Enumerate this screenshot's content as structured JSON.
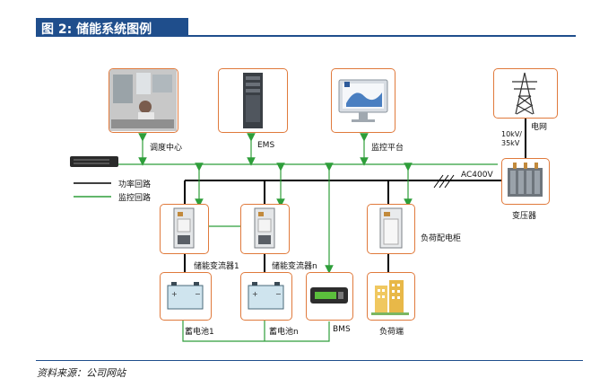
{
  "title": "图 2:  储能系统图例",
  "source": "资料来源：公司网站",
  "legend": {
    "power": "功率回路",
    "control": "监控回路"
  },
  "nodes": {
    "dispatch": "调度中心",
    "ems": "EMS",
    "monitor": "监控平台",
    "grid": "电网",
    "voltage": "10kV/\n35kV",
    "voltage1": "10kV/",
    "voltage2": "35kV",
    "ac_bus": "AC400V",
    "transformer": "变压器",
    "pcs1": "储能变流器1",
    "pcsn": "储能变流器n",
    "load_cabinet": "负荷配电柜",
    "battery1": "蓄电池1",
    "batteryn": "蓄电池n",
    "bms": "BMS",
    "load": "负荷端"
  },
  "colors": {
    "accent": "#e07a3c",
    "control_line": "#2e9e3a",
    "power_line": "#000000",
    "brand": "#1f4e8c"
  }
}
